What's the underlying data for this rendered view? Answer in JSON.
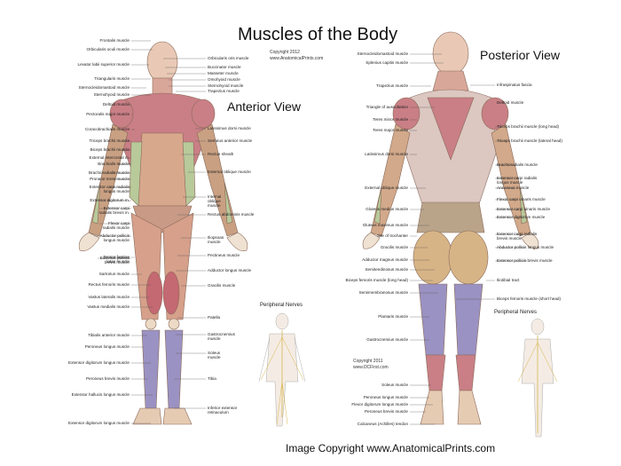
{
  "title": "Muscles of the Body",
  "copyright_top": [
    "Copyright 2012",
    "www.AnatomicalPrints.com"
  ],
  "anterior_title": "Anterior View",
  "posterior_title": "Posterior View",
  "footer": "Image Copyright www.AnatomicalPrints.com",
  "peripheral_title": "Peripheral Nerves",
  "copyright_middle": [
    "Copyright 2011",
    "www.DCFirst.com"
  ],
  "colors": {
    "skin": "#f0e3d2",
    "muscle_red": "#c9727a",
    "muscle_tan": "#d7b486",
    "muscle_green": "#b8c99a",
    "muscle_purple": "#9a92c2",
    "line": "#555555",
    "nerve": "#d8b44c"
  },
  "anterior_left_labels": [
    "Frontalis muscle",
    "Orbicularis oculi muscle",
    "Levator labii superior muscle",
    "Triangularis muscle",
    "Sternocleidomastoid muscle",
    "Sternohyoid muscle",
    "Deltoid muscle",
    "Pectoralis major muscle",
    "Coracobrachialis muscle",
    "Triceps brachii muscle",
    "Biceps brachii muscle",
    "External intercostal m.",
    "Brachialis muscle",
    "Brachioradialis muscle",
    "Pronator teres muscle",
    "Extensor carpi radialis\nlongus muscle",
    "Extensor digitorum m.",
    "Extensor carpi\nradialis brevis m.",
    "Flexor carpi\nradialis muscle",
    "Abductor pollicis\nlongus muscle",
    "Extensor pollicis\nbrevis muscle",
    "Tensor fasciae\nlatae muscle",
    "Sartorius muscle",
    "Rectus femoris muscle",
    "Vastus lateralis muscle",
    "Vastus medialis muscle",
    "Tibialis anterior muscle",
    "Peroneus longus muscle",
    "Extensor digitorum longus muscle",
    "Peroneus brevis muscle",
    "Extensor hallucis longus muscle",
    "Extensor digitorum longus muscle"
  ],
  "anterior_right_labels": [
    "Orbicularis oris muscle",
    "Buccinator muscle",
    "Masseter muscle",
    "Omohyoid muscle",
    "Sternohyoid muscle",
    "Trapezius muscle",
    "Latissimus dorsi muscle",
    "Serratus anterior muscle",
    "Rectus sheath",
    "External oblique muscle",
    "Internal\noblique\nmuscle",
    "Rectus abdominis muscle",
    "Iliopsoas\nmuscle",
    "Pectineus muscle",
    "Adductor longus muscle",
    "Gracilis muscle",
    "Patella",
    "Gastrocnemius\nmuscle",
    "Soleus\nmuscle",
    "Tibia",
    "Inferior extensor\nretinaculum"
  ],
  "posterior_left_labels": [
    "Sternocleidomastoid muscle",
    "Splenius capitis muscle",
    "Trapezius muscle",
    "Triangle of auscultation",
    "Teres minor muscle",
    "Teres major muscle",
    "Latissimus dorsi muscle",
    "External oblique muscle",
    "Gluteus medius muscle",
    "Gluteus maximus muscle",
    "Site of trochanter",
    "Gracilis muscle",
    "Adductor magnus muscle",
    "Semitendinosus muscle",
    "Biceps femoris muscle (long head)",
    "Semimembranosus muscle",
    "Plantaris muscle",
    "Gastrocnemius muscle",
    "Soleus muscle",
    "Peroneus longus muscle",
    "Flexor digitorum longus muscle",
    "Peroneus brevis muscle",
    "Calcaneus (Achilles) tendon"
  ],
  "posterior_right_labels": [
    "Infraspinatus fascia",
    "Deltoid muscle",
    "Triceps brachii muscle (long head)",
    "Triceps brachii muscle (lateral head)",
    "Brachioradialis muscle",
    "Extensor carpi radialis\nlongus muscle",
    "Anconeus muscle",
    "Flexor carpi ulnaris muscle",
    "Extensor carpi ulnaris muscle",
    "Extensor digitorum muscle",
    "Extensor carpi radialis\nbrevis muscle",
    "Abductor pollicis longus muscle",
    "Extensor pollicis brevis muscle",
    "Iliotibial tract",
    "Biceps femoris muscle (short head)"
  ]
}
